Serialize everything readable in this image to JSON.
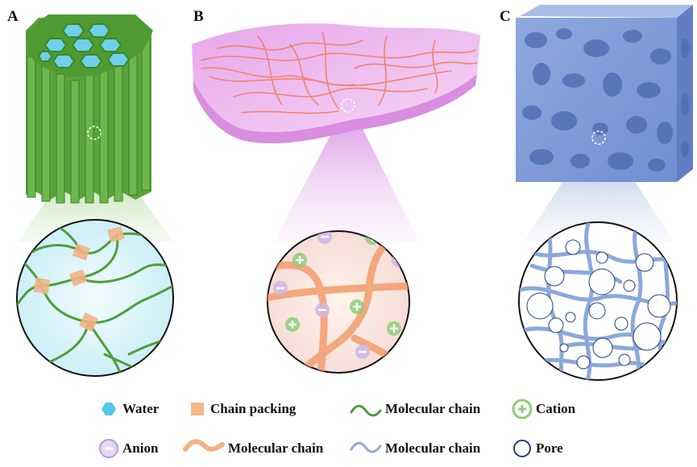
{
  "panels": [
    {
      "label": "A"
    },
    {
      "label": "B"
    },
    {
      "label": "C"
    }
  ],
  "legend": {
    "row1": [
      {
        "icon": "water-hexagon-icon",
        "text": "Water",
        "color": "#55c8e6"
      },
      {
        "icon": "chain-packing-square-icon",
        "text": "Chain packing",
        "color": "#f2b98c"
      },
      {
        "icon": "green-wavy-chain-icon",
        "text": "Molecular chain",
        "color": "#4e9e3a"
      },
      {
        "icon": "cation-plus-icon",
        "text": "Cation",
        "color": "#8ccf78"
      }
    ],
    "row2": [
      {
        "icon": "anion-minus-icon",
        "text": "Anion",
        "color": "#cdb6e4"
      },
      {
        "icon": "orange-wavy-chain-icon",
        "text": "Molecular chain",
        "color": "#f0a070"
      },
      {
        "icon": "blue-wavy-chain-icon",
        "text": "Molecular chain",
        "color": "#8aa8dc"
      },
      {
        "icon": "pore-circle-icon",
        "text": "Pore",
        "color": "#24407a"
      }
    ]
  }
}
